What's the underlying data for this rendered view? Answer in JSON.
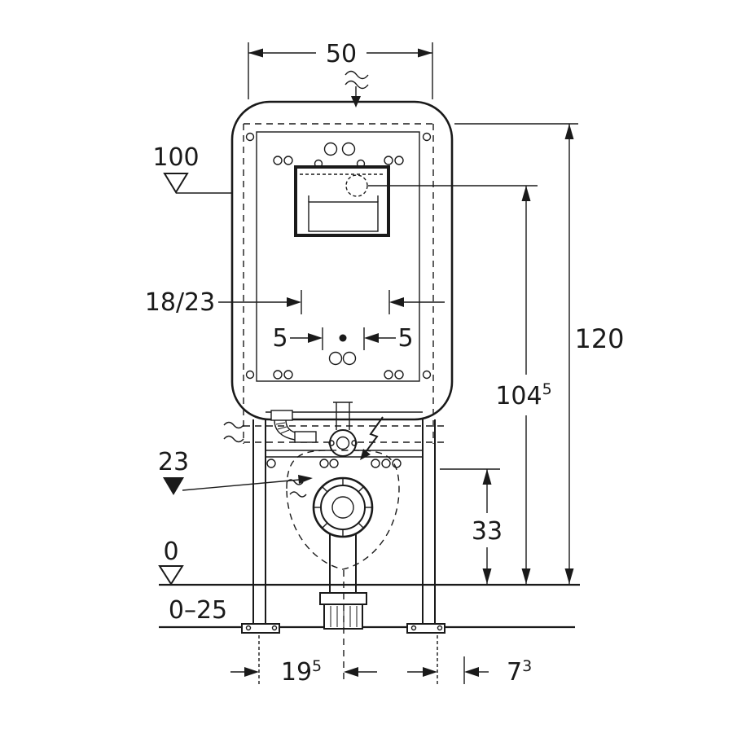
{
  "colors": {
    "ink": "#1a1a1a",
    "background": "#ffffff"
  },
  "labels": {
    "width_top": "50",
    "level_top": "100",
    "depth": "18/23",
    "offset_left": "5",
    "offset_right": "5",
    "height_total": "120",
    "height_flush_base": "104",
    "height_flush_sup": "5",
    "level_mid": "23",
    "height_outlet": "33",
    "level_zero": "0",
    "floor_range": "0–25",
    "dist_left_base": "19",
    "dist_left_sup": "5",
    "dist_right_base": "7",
    "dist_right_sup": "3"
  }
}
